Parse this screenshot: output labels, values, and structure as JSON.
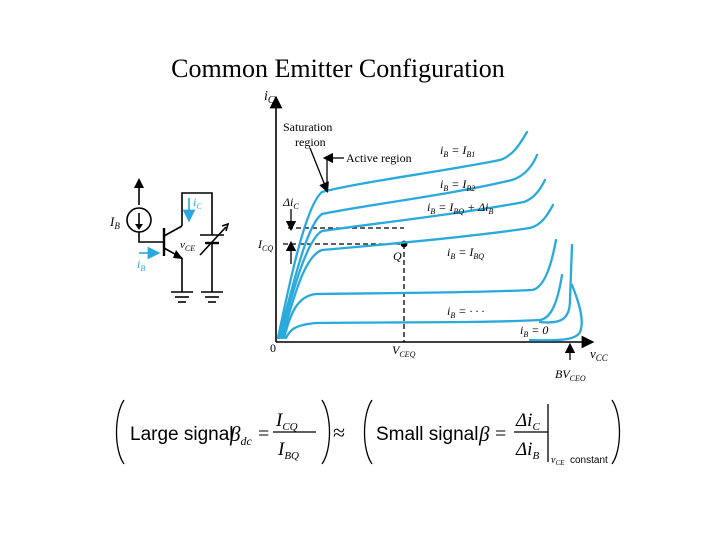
{
  "title": "Common Emitter Configuration",
  "colors": {
    "curve": "#29a9dc",
    "ink": "#000000"
  },
  "circuit": {
    "ib_source_label": "I",
    "ib_source_sub": "B",
    "ic_arrow_label": "i",
    "ic_arrow_sub": "C",
    "ib_arrow_label": "i",
    "ib_arrow_sub": "B",
    "vce_label": "v",
    "vce_sub": "CE"
  },
  "graph": {
    "y_axis_label": "i",
    "y_axis_sub": "C",
    "x_axis_label": "v",
    "x_axis_sub": "CC",
    "origin_label": "0",
    "saturation_line1": "Saturation",
    "saturation_line2": "region",
    "active_region": "Active region",
    "delta_ic": "Δi",
    "delta_ic_sub": "C",
    "icq": "I",
    "icq_sub": "CQ",
    "q_point": "Q",
    "vceq": "V",
    "vceq_sub": "CEQ",
    "bvceo": "BV",
    "bvceo_sub": "CEO",
    "curve_labels": {
      "ib1_a": "i",
      "ib1_b": "B",
      "ib1_c": " = I",
      "ib1_d": "B1",
      "ib2_a": "i",
      "ib2_b": "B",
      "ib2_c": " = I",
      "ib2_d": "B2",
      "ibq_delta_a": "i",
      "ibq_delta_b": "B",
      "ibq_delta_c": " = I",
      "ibq_delta_d": "BQ",
      "ibq_delta_e": " + Δi",
      "ibq_delta_f": "B",
      "ibq_a": "i",
      "ibq_b": "B",
      "ibq_c": " = I",
      "ibq_d": "BQ",
      "dots_a": "i",
      "dots_b": "B",
      "dots_c": " = · · ·",
      "zero_a": "i",
      "zero_b": "B",
      "zero_c": " = 0"
    }
  },
  "equation": {
    "large_signal": "Large signal",
    "beta": "β",
    "beta_dc_sub": "dc",
    "eq": "=",
    "num_a": "I",
    "num_a_sub": "CQ",
    "den_a": "I",
    "den_a_sub": "BQ",
    "approx": "≈",
    "small_signal": "Small signal",
    "beta2": "β",
    "eq2": "=",
    "num_b": "Δi",
    "num_b_sub": "C",
    "den_b": "Δi",
    "den_b_sub": "B",
    "cond_sub_a": "v",
    "cond_sub_b": "CE",
    "cond_word": "constant"
  }
}
